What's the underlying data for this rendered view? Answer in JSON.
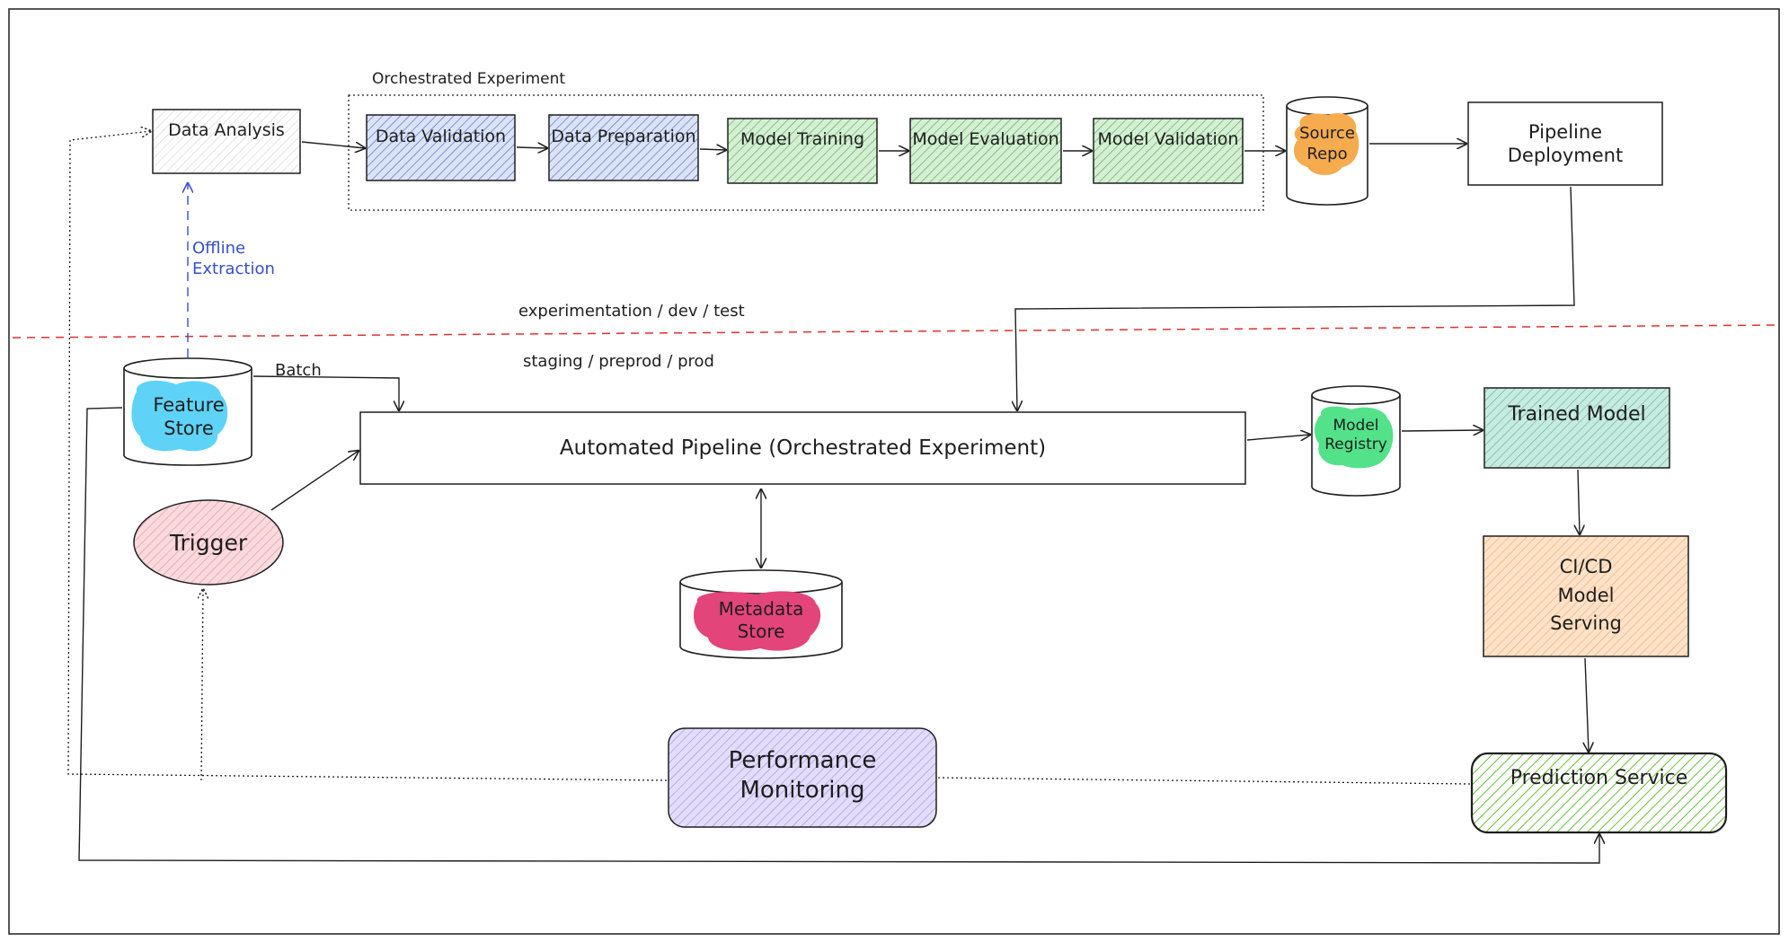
{
  "diagram": {
    "group_label": "Orchestrated Experiment",
    "zone_top_label": "experimentation / dev / test",
    "zone_bottom_label": "staging / preprod / prod",
    "nodes": {
      "data_analysis": "Data Analysis",
      "data_validation": "Data Validation",
      "data_preparation": "Data Preparation",
      "model_training": "Model Training",
      "model_evaluation": "Model Evaluation",
      "model_validation": "Model Validation",
      "source_repo": "Source Repo",
      "pipeline_deployment": "Pipeline Deployment",
      "feature_store": "Feature Store",
      "automated_pipeline": "Automated Pipeline (Orchestrated Experiment)",
      "model_registry": "Model Registry",
      "trained_model": "Trained Model",
      "trigger": "Trigger",
      "metadata_store": "Metadata Store",
      "cicd_model_serving": "CI/CD Model Serving",
      "performance_monitoring": "Performance Monitoring",
      "prediction_service": "Prediction Service"
    },
    "edge_labels": {
      "offline_extraction": "Offline Extraction",
      "batch": "Batch"
    },
    "colors": {
      "blue_hatch": "#4a5fc1",
      "blue_fill": "#dbe3f8",
      "green_hatch": "#5b9a59",
      "green_fill": "#d3f0d2",
      "teal_fill": "#c6ebe1",
      "orange_fill": "#ffe2c8",
      "purple_fill": "#e3dcfb",
      "lime_hatch": "#6bbf3b",
      "pink_fill": "#fadadd",
      "divider_red": "#e03131",
      "offline_blue": "#364fc7",
      "source_repo_blob": "#f6ab4e",
      "feature_store_blob": "#5ed3f7",
      "model_registry_blob": "#53e28a",
      "metadata_store_blob": "#e3447a"
    }
  }
}
